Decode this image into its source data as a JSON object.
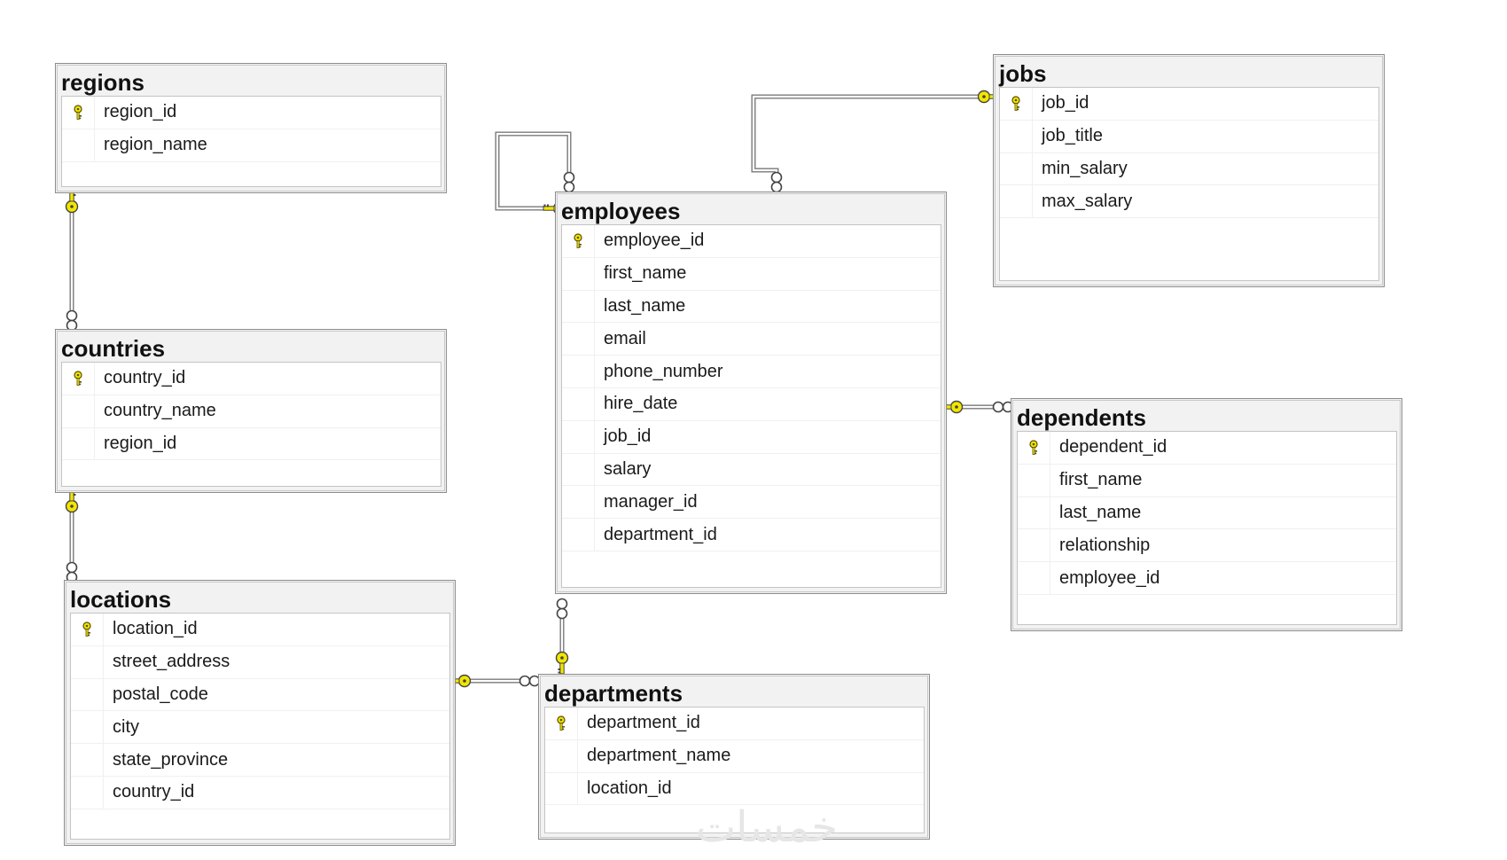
{
  "tables": [
    {
      "name": "regions",
      "columns": [
        {
          "name": "region_id",
          "pk": true
        },
        {
          "name": "region_name",
          "pk": false
        }
      ]
    },
    {
      "name": "countries",
      "columns": [
        {
          "name": "country_id",
          "pk": true
        },
        {
          "name": "country_name",
          "pk": false
        },
        {
          "name": "region_id",
          "pk": false
        }
      ]
    },
    {
      "name": "locations",
      "columns": [
        {
          "name": "location_id",
          "pk": true
        },
        {
          "name": "street_address",
          "pk": false
        },
        {
          "name": "postal_code",
          "pk": false
        },
        {
          "name": "city",
          "pk": false
        },
        {
          "name": "state_province",
          "pk": false
        },
        {
          "name": "country_id",
          "pk": false
        }
      ]
    },
    {
      "name": "employees",
      "columns": [
        {
          "name": "employee_id",
          "pk": true
        },
        {
          "name": "first_name",
          "pk": false
        },
        {
          "name": "last_name",
          "pk": false
        },
        {
          "name": "email",
          "pk": false
        },
        {
          "name": "phone_number",
          "pk": false
        },
        {
          "name": "hire_date",
          "pk": false
        },
        {
          "name": "job_id",
          "pk": false
        },
        {
          "name": "salary",
          "pk": false
        },
        {
          "name": "manager_id",
          "pk": false
        },
        {
          "name": "department_id",
          "pk": false
        }
      ]
    },
    {
      "name": "departments",
      "columns": [
        {
          "name": "department_id",
          "pk": true
        },
        {
          "name": "department_name",
          "pk": false
        },
        {
          "name": "location_id",
          "pk": false
        }
      ]
    },
    {
      "name": "jobs",
      "columns": [
        {
          "name": "job_id",
          "pk": true
        },
        {
          "name": "job_title",
          "pk": false
        },
        {
          "name": "min_salary",
          "pk": false
        },
        {
          "name": "max_salary",
          "pk": false
        }
      ]
    },
    {
      "name": "dependents",
      "columns": [
        {
          "name": "dependent_id",
          "pk": true
        },
        {
          "name": "first_name",
          "pk": false
        },
        {
          "name": "last_name",
          "pk": false
        },
        {
          "name": "relationship",
          "pk": false
        },
        {
          "name": "employee_id",
          "pk": false
        }
      ]
    }
  ],
  "relationships": [
    {
      "from": "regions",
      "to": "countries"
    },
    {
      "from": "countries",
      "to": "locations"
    },
    {
      "from": "locations",
      "to": "departments"
    },
    {
      "from": "departments",
      "to": "employees"
    },
    {
      "from": "jobs",
      "to": "employees"
    },
    {
      "from": "employees",
      "to": "employees"
    },
    {
      "from": "employees",
      "to": "dependents"
    }
  ],
  "watermark": "خمسات",
  "colors": {
    "key": "#f2e600",
    "line": "#808080",
    "header": "#f2f2f2"
  },
  "icons": {
    "primary_key": "key-icon"
  }
}
